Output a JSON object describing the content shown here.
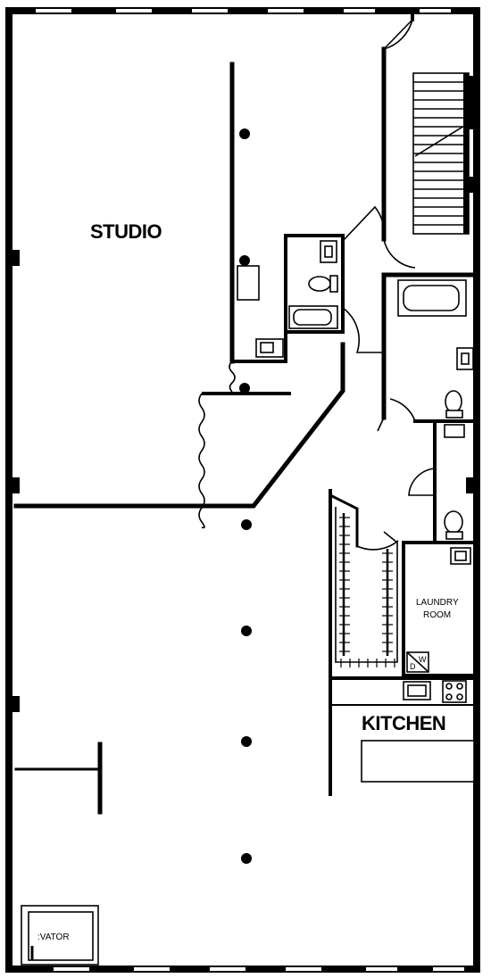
{
  "rooms": {
    "studio": "STUDIO",
    "kitchen": "KITCHEN",
    "laundry_line1": "LAUNDRY",
    "laundry_line2": "ROOM",
    "elevator": ":VATOR"
  },
  "appliances": {
    "washer": "W",
    "dryer": "D"
  }
}
